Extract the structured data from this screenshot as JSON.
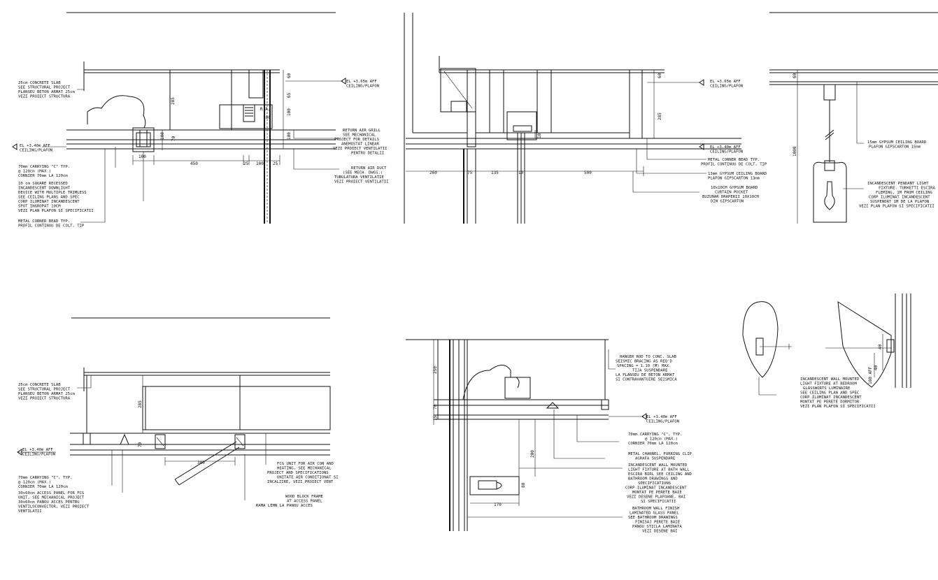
{
  "colors": {
    "background": "#ffffff",
    "ink": "#111111"
  },
  "d1": {
    "slab": [
      "25cm CONCRETE SLAB",
      "SEE STRUCTURAL PROJECT",
      "PLANSEU BETON ARMAT 25cm",
      "VEZI PROIECT STRUCTURA"
    ],
    "el": [
      "EL +3.65m AFF",
      "CEILING/PLAFON"
    ],
    "el2": [
      "EL +3.40m AFF",
      "CEILING/PLAFON"
    ],
    "grill": [
      "RETURN AIR GRILL",
      "SEE MECHANICAL",
      "PROJECT FOR DETAILS",
      "ANEMOSTAT LINEAR",
      "VEZI PROIECT VENTILATII",
      "PENTRU DETALII"
    ],
    "duct": [
      "RETURN AIR DUCT",
      "(SEE MECH. DWGS.)",
      "TUBULATURA VENTILATIE",
      "VEZI PROIECT VENTILATII"
    ],
    "carry": [
      "70mm CARRYING \"C\" TYP.",
      "@ 120cm (MAX.)",
      "CORNIER 70mm LA 120cm"
    ],
    "downlight": [
      "10 cm SQUARE RECESSED",
      "INCANDESCENT DOWNLIGHT",
      "DEVICE WITH MULTIPLE TRIMLESS",
      "SEE CEILING PLANS AND SPEC",
      "CORP ILUMINAT INCANDESCENT",
      "SPOT INGROPAT 10CM",
      "VEZI PLAN PLAFON SI SPECIFICATII"
    ],
    "bead": [
      "METAL CORNER BEAD TYP.",
      "PROFIL CONTINUU DE COLT, TIP"
    ],
    "dims": {
      "d285": "285",
      "d60": "60",
      "d65": "65",
      "d100a": "100",
      "d100b": "100",
      "d100c": "100",
      "d70": "70",
      "d100d": "100",
      "d450": "450",
      "d25a": "25",
      "d100e": "100",
      "d25b": "25",
      "ra": "R.A.",
      "d100f": "100"
    }
  },
  "d2": {
    "el": [
      "EL +3.65m AFF",
      "CEILING/PLAFON"
    ],
    "el2": [
      "EL +3.40m AFF",
      "CEILING/PLAFON"
    ],
    "bead": [
      "METAL CORNER BEAD TYP.",
      "PROFIL CONTINUU DE COLT, TIP"
    ],
    "gyp": [
      "13mm GYPSUM CEILING BOARD",
      "PLAFON GIPSCARTON 13mm"
    ],
    "pocket": [
      "10x10CM GYPSUM BOARD",
      "CURTAIN POCKET",
      "BUZUNAR DRAPERII 10X10CM",
      "DIN GIPSCARTON"
    ],
    "dims": {
      "d260": "260",
      "d75": "75",
      "d135": "135",
      "d10": "10",
      "d500": "500",
      "d60": "60",
      "d285": "285",
      "d10b": "10"
    }
  },
  "d3": {
    "gyp": [
      "15mm GYPSUM CEILING BOARD",
      "PLAFON GIPSCARTON 15mm"
    ],
    "pendant": [
      "INCANDESCENT PENDANT LIGHT",
      "FIXTURE. TURKETTI ESCIRA",
      "FLEMING, 1M FROM CEILING",
      "CORP ILUMINAT INCANDESCENT",
      "SUSPENDAT 1M DE LA PLAFON",
      "VEZI PLAN PLAFON SI SPECIFICATII"
    ],
    "dims": {
      "d60": "60",
      "d1000": "1000"
    }
  },
  "d4": {
    "slab": [
      "25cm CONCRETE SLAB",
      "SEE STRUCTURAL PROJECT",
      "PLANSEU BETON ARMAT 25cm",
      "VEZI PROIECT STRUCTURA"
    ],
    "el": [
      "EL +3.40m AFF",
      "CEILING/PLAFON"
    ],
    "carry": [
      "70mm CARRYING \"C\", TYP.",
      "@ 120cm (MAX.)",
      "CORNIER 70mm LA 120cm"
    ],
    "access": [
      "30x60cm ACCESS PANEL FOR FCG",
      "UNIT, SEE MECHANICAL PROJECT",
      "30x60cm PANOU ACCES PENTRU",
      "VENTILOCONVECTOR, VEZI PROIECT",
      "VENTILATII"
    ],
    "fcu": [
      "FCG UNIT FOR AIR CON AND",
      "HEATING, SEE MECHANICAL",
      "PROJECT AND SPECIFICATIONS",
      "UNITATE AER CONDITIONAT SI",
      "INCALZIRE, VEZI PROIECT VENT"
    ],
    "wood": [
      "WOOD BLOCK FRAME",
      "AT ACCESS PANEL",
      "RAMA LEMN LA PANOU ACCES"
    ],
    "dims": {
      "d285": "285",
      "d70": "70",
      "d300": "300"
    }
  },
  "d5": {
    "hanger": [
      "HANGER ROD TO CONC. SLAB",
      "SEISMIC BRACING AS REQ'D",
      "SPACING = 1.10 (M) MAX.",
      "TIJA SUSPENDARE",
      "LA PLANSEU DE BETON ARMAT",
      "SI CONTRAVANTUIRE SEISMICA"
    ],
    "el": [
      "EL +3.40m AFF",
      "CEILING/PLAFON"
    ],
    "carry": [
      "70mm CARRYING \"C\", TYP.",
      "@ 120cm (MAX.)",
      "CORNIER 70mm LA 120cm"
    ],
    "clip": [
      "METAL CHANNEL, FURRING CLIP",
      "AGRAFA SUSPENDARE"
    ],
    "wall": [
      "INCANDESCENT WALL MOUNTED",
      "LIGHT FIXTURE AT BATH WALL",
      "ESCIRA BIRL SEE CEILING AND",
      "BATHROOM DRAWINGS AND",
      "SPECIFICATIONS",
      "CORP ILUMINAT INCANDESCENT",
      "MONTAT PE PERETE BAIE",
      "VEZI DESENE PLAFOANE, BAI",
      "SI SPECIFICATII"
    ],
    "finish": [
      "BATHROOM WALL FINISH",
      "LAMINATED GLASS PANEL",
      "SEE BATHROOM DRAWINGS",
      "FINISAJ PERETE BAIE",
      "PANOU STICLA LAMINATA",
      "VEZI DESENE BAI"
    ],
    "dims": {
      "d250": "250",
      "d70": "70",
      "d15": "15",
      "d200": "200",
      "d80": "80",
      "d170": "170"
    }
  },
  "d6": {
    "wall": [
      "INCANDESCENT WALL MOUNTED",
      "LIGHT FIXTURE AT BEDROOM",
      "GLASSWORTS LUMINAIRE",
      "SEE CEILING PLAN AND SPEC",
      "CORP ILUMINAT INCANDESCENT",
      "MONTAT PE PERETE DORMITOR",
      "VEZI PLAN PLAFON SI SPECIFICATII"
    ],
    "dims": {
      "d40a": "40",
      "d40b": "40",
      "d180": "180 AFF"
    }
  }
}
